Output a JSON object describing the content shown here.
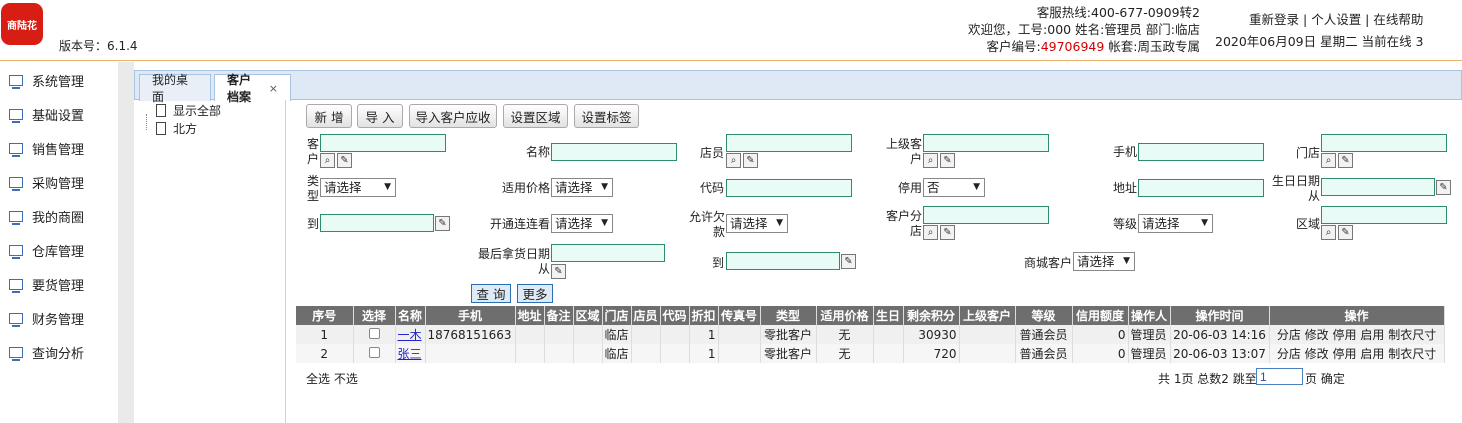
{
  "header": {
    "logo_text": "商陆花",
    "version": "版本号：6.1.4",
    "hotline": "客服热线:400-677-0909转2",
    "welcome": "欢迎您，工号:000 姓名:管理员 部门:临店",
    "customer_no_label": "客户编号:",
    "customer_no": "49706949",
    "account": " 帐套:周玉政专属",
    "links": [
      "重新登录",
      "个人设置",
      "在线帮助"
    ],
    "date_line": "2020年06月09日 星期二 当前在线 3"
  },
  "sidebar": {
    "items": [
      "系统管理",
      "基础设置",
      "销售管理",
      "采购管理",
      "我的商圈",
      "仓库管理",
      "要货管理",
      "财务管理",
      "查询分析"
    ]
  },
  "tabs": {
    "desk": "我的桌面",
    "customer": "客户档案",
    "close": "×"
  },
  "tree": {
    "all": "显示全部",
    "north": "北方"
  },
  "toolbar": {
    "add": "新 增",
    "import": "导 入",
    "import_ar": "导入客户应收",
    "set_area": "设置区域",
    "set_tag": "设置标签"
  },
  "form": {
    "kehu_a": "客",
    "kehu_b": "户",
    "name": "名称",
    "clerk": "店员",
    "parent_a": "上级客",
    "parent_b": "户",
    "phone": "手机",
    "store": "门店",
    "type_a": "类",
    "type_b": "型",
    "type_val": "请选择",
    "price": "适用价格",
    "price_val": "请选择",
    "code": "代码",
    "disabled": "停用",
    "disabled_val": "否",
    "address": "地址",
    "birth_a": "生日日期",
    "birth_b": "从",
    "to": "到",
    "open_view": "开通连连看",
    "open_view_val": "请选择",
    "allow_a": "允许欠",
    "allow_b": "款",
    "allow_val": "请选择",
    "branch_a": "客户分",
    "branch_b": "店",
    "level": "等级",
    "level_val": "请选择",
    "region": "区域",
    "last_a": "最后拿货日期",
    "last_b": "从",
    "to2": "到",
    "mall": "商城客户",
    "mall_val": "请选择",
    "search": "查 询",
    "more": "更多"
  },
  "table": {
    "headers": [
      "序号",
      "选择",
      "名称",
      "手机",
      "地址",
      "备注",
      "区域",
      "门店",
      "店员",
      "代码",
      "折扣",
      "传真号",
      "类型",
      "适用价格",
      "生日",
      "剩余积分",
      "上级客户",
      "等级",
      "信用额度",
      "操作人",
      "操作时间",
      "操作"
    ],
    "rows": [
      {
        "no": "1",
        "name": "一木",
        "phone": "18768151663",
        "store": "临店",
        "discount": "1",
        "type": "零批客户",
        "price": "无",
        "points": "30930",
        "level": "普通会员",
        "credit": "0",
        "operator": "管理员",
        "time": "20-06-03 14:16",
        "ops": [
          "分店",
          "修改",
          "停用",
          "启用",
          "制衣尺寸"
        ]
      },
      {
        "no": "2",
        "name": "张三",
        "phone": "",
        "store": "临店",
        "discount": "1",
        "type": "零批客户",
        "price": "无",
        "points": "720",
        "level": "普通会员",
        "credit": "0",
        "operator": "管理员",
        "time": "20-06-03 13:07",
        "ops": [
          "分店",
          "修改",
          "停用",
          "启用",
          "制衣尺寸"
        ]
      }
    ]
  },
  "footer": {
    "select_all": "全选",
    "select_none": "不选",
    "pages": "共 1页 总数2 跳至",
    "page_input": "1",
    "page_unit": "页",
    "confirm": "确定"
  }
}
